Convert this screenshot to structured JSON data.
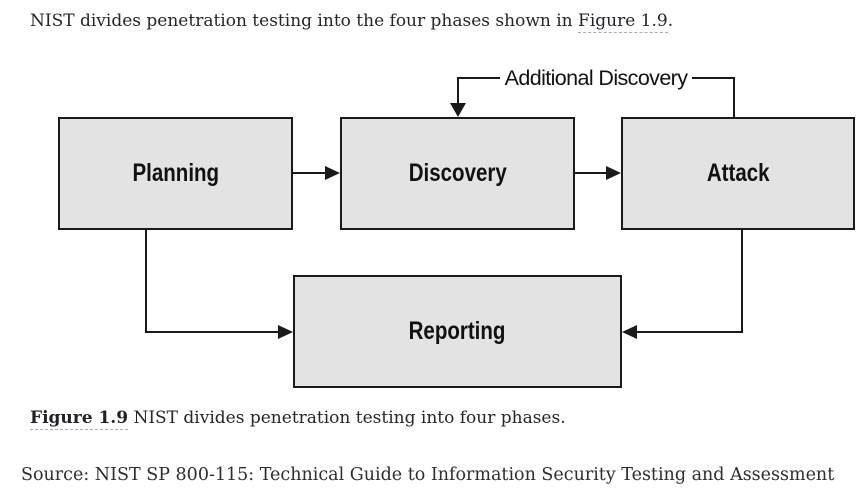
{
  "intro": {
    "text_before": "NIST divides penetration testing into the four phases shown in ",
    "link": "Figure 1.9",
    "text_after": "."
  },
  "diagram": {
    "type": "flowchart",
    "nodes": {
      "planning": "Planning",
      "discovery": "Discovery",
      "attack": "Attack",
      "reporting": "Reporting"
    },
    "loop_label": "Additional Discovery",
    "edges": [
      {
        "from": "Planning",
        "to": "Discovery"
      },
      {
        "from": "Discovery",
        "to": "Attack"
      },
      {
        "from": "Attack",
        "to": "Discovery",
        "label": "Additional Discovery"
      },
      {
        "from": "Planning",
        "to": "Reporting"
      },
      {
        "from": "Attack",
        "to": "Reporting"
      }
    ],
    "colors": {
      "node_fill": "#e3e3e3",
      "node_border": "#1a1a1a",
      "connector": "#1a1a1a",
      "label_text": "#111111"
    }
  },
  "caption": {
    "link": "Figure 1.9",
    "text": " NIST divides penetration testing into four phases."
  },
  "source": {
    "text": "Source: NIST SP 800-115: Technical Guide to Information Security Testing and Assessment"
  }
}
